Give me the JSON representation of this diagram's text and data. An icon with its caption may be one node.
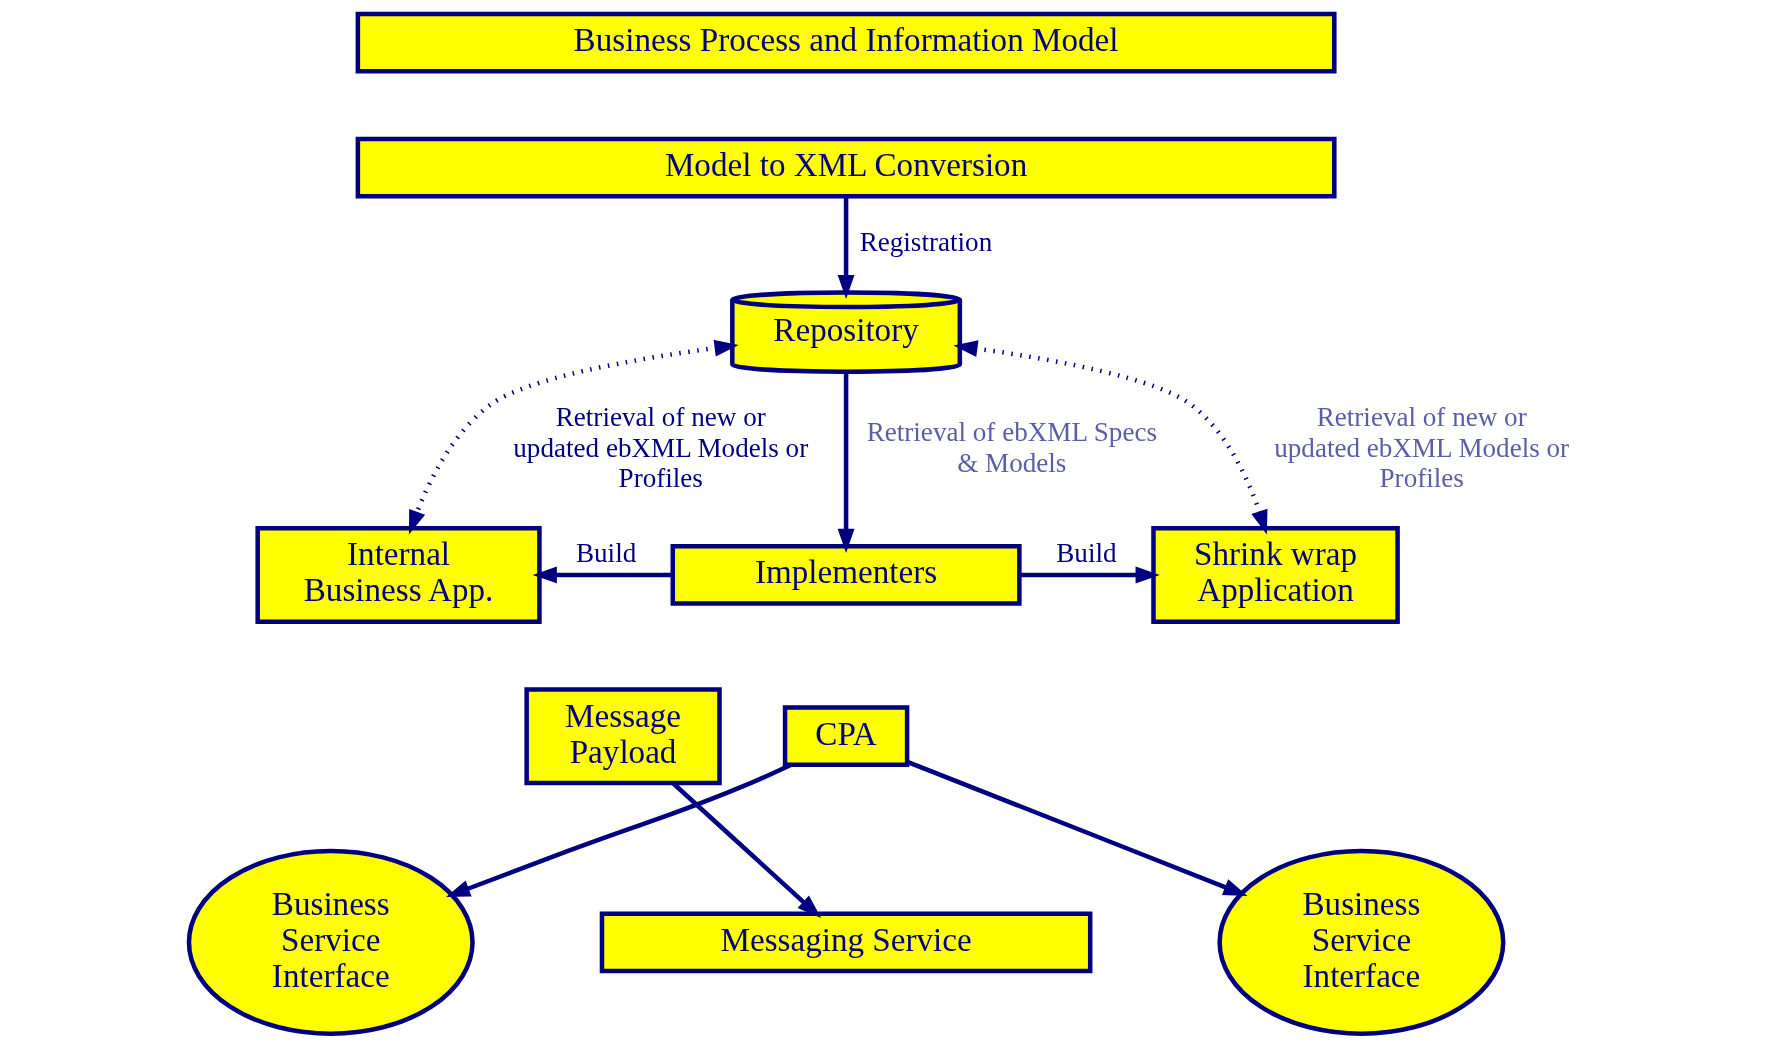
{
  "diagram": {
    "nodes": [
      {
        "text": [
          "Business Process and Information Model"
        ]
      },
      {
        "text": [
          "Model to XML Conversion"
        ]
      },
      {
        "text": [
          "Repository"
        ]
      },
      {
        "text": [
          "Internal Business App."
        ]
      },
      {
        "text": [
          "Implementers"
        ]
      },
      {
        "text": [
          "Shrink wrap Application"
        ]
      },
      {
        "text": [
          "CPA"
        ]
      },
      {
        "text": [
          "Business Service Interface"
        ]
      },
      {
        "text": [
          "Messaging Service"
        ]
      },
      {
        "text": [
          "Business Service Interface"
        ]
      },
      {
        "text": [
          "Message Payload"
        ]
      }
    ],
    "edges": [
      {
        "from": 1,
        "to": 2,
        "arrow": "to",
        "label": "Registration"
      },
      {
        "from": 2,
        "to": 3,
        "arrow": "both",
        "style": "dashed",
        "label": "Retrieval of new or updated ebXML Models or Profiles"
      },
      {
        "from": 2,
        "to": 5,
        "arrow": "both",
        "style": "dashed",
        "label": "Retrieval of new or updated ebXML Models or Profiles"
      },
      {
        "from": 2,
        "to": 4,
        "arrow": "to",
        "label": "Retrieval of ebXML Specs & Models"
      },
      {
        "from": 4,
        "to": 3,
        "arrow": "to",
        "label": "Build"
      },
      {
        "from": 4,
        "to": 5,
        "arrow": "to",
        "label": "Build"
      },
      {
        "from": 6,
        "to": 7,
        "arrow": "to"
      },
      {
        "from": 6,
        "to": 9,
        "arrow": "to"
      },
      {
        "from": 10,
        "to": 8,
        "arrow": "to"
      }
    ]
  }
}
